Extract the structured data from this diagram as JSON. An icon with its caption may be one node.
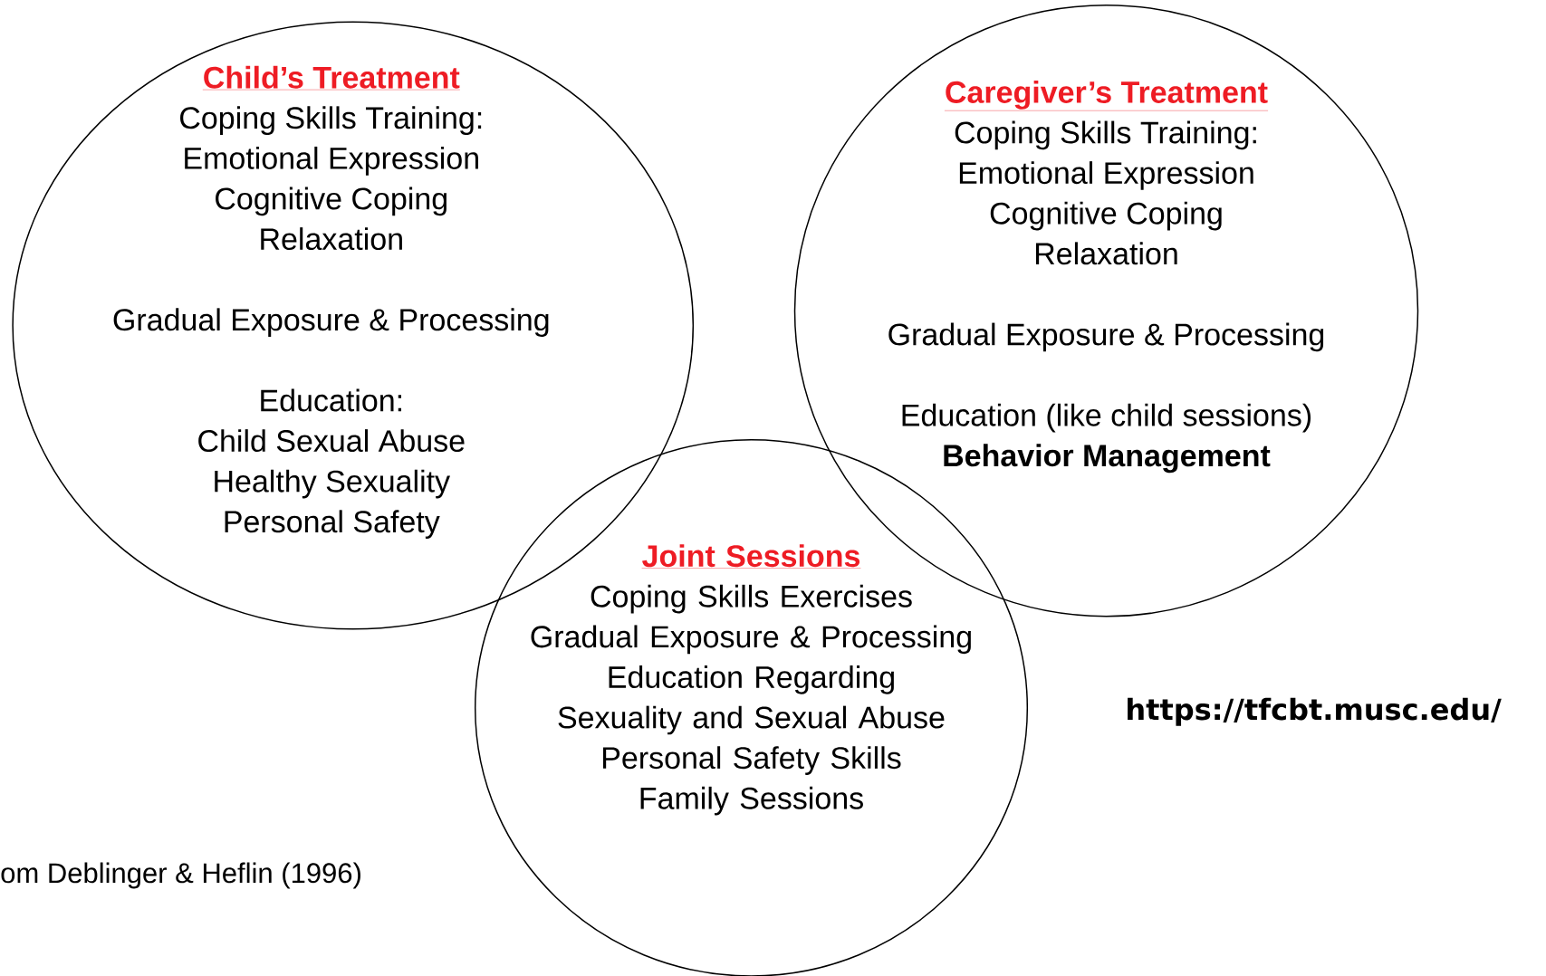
{
  "diagram": {
    "nodes": [
      {
        "text": [
          "Child’s Treatment",
          "Coping Skills Training:",
          "Emotional Expression",
          "Cognitive Coping",
          "Relaxation",
          "Gradual Exposure & Processing",
          "Education:",
          "Child Sexual Abuse",
          "Healthy Sexuality",
          "Personal Safety"
        ]
      },
      {
        "text": [
          "Caregiver’s Treatment",
          "Coping Skills Training:",
          "Emotional Expression",
          "Cognitive Coping",
          "Relaxation",
          "Gradual Exposure & Processing",
          "Education (like child sessions)",
          "Behavior Management"
        ]
      },
      {
        "text": [
          "Joint Sessions",
          "Coping Skills Exercises",
          "Gradual Exposure & Processing",
          "Education Regarding Sexuality and Sexual Abuse",
          "Personal Safety Skills",
          "Family Sessions"
        ]
      }
    ],
    "labels": [
      "https://tfcbt.musc.edu/",
      "om Deblinger & Heflin (1996)"
    ]
  }
}
